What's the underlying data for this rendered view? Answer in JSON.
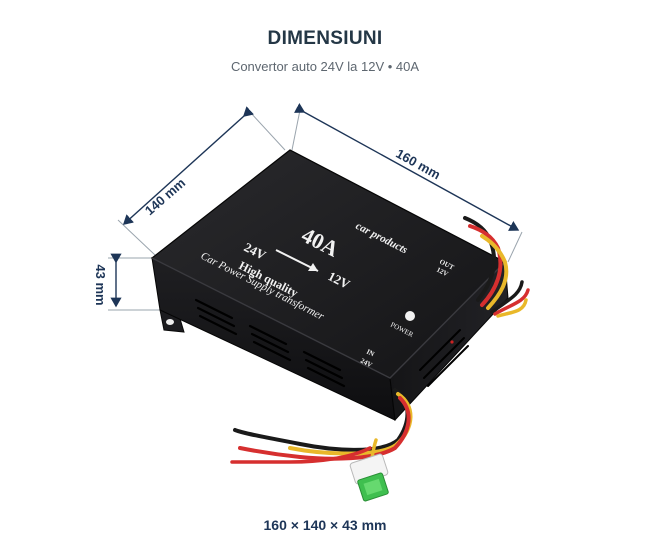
{
  "header": {
    "title": "DIMENSIUNI",
    "subtitle": "Convertor auto 24V la 12V • 40A"
  },
  "dimensions": {
    "width_label": "140 mm",
    "length_label": "160 mm",
    "height_label": "43 mm"
  },
  "device_label": {
    "rating": "40A",
    "brand": "car products",
    "input_voltage": "24V",
    "output_voltage": "12V",
    "tagline": "High quality",
    "description": "Car Power Supply transformer",
    "out_label": "OUT",
    "out_voltage": "12V",
    "in_label": "IN",
    "in_voltage": "24V",
    "power_label": "POWER"
  },
  "footer": {
    "summary": "160 × 140 × 43 mm"
  },
  "colors": {
    "accent": "#1d3557",
    "device_body": "#1b1b1d",
    "wire_red": "#d62f2f",
    "wire_yellow": "#e9b82a",
    "wire_black": "#1a1a1a",
    "fuse_green": "#3fbf4f"
  }
}
